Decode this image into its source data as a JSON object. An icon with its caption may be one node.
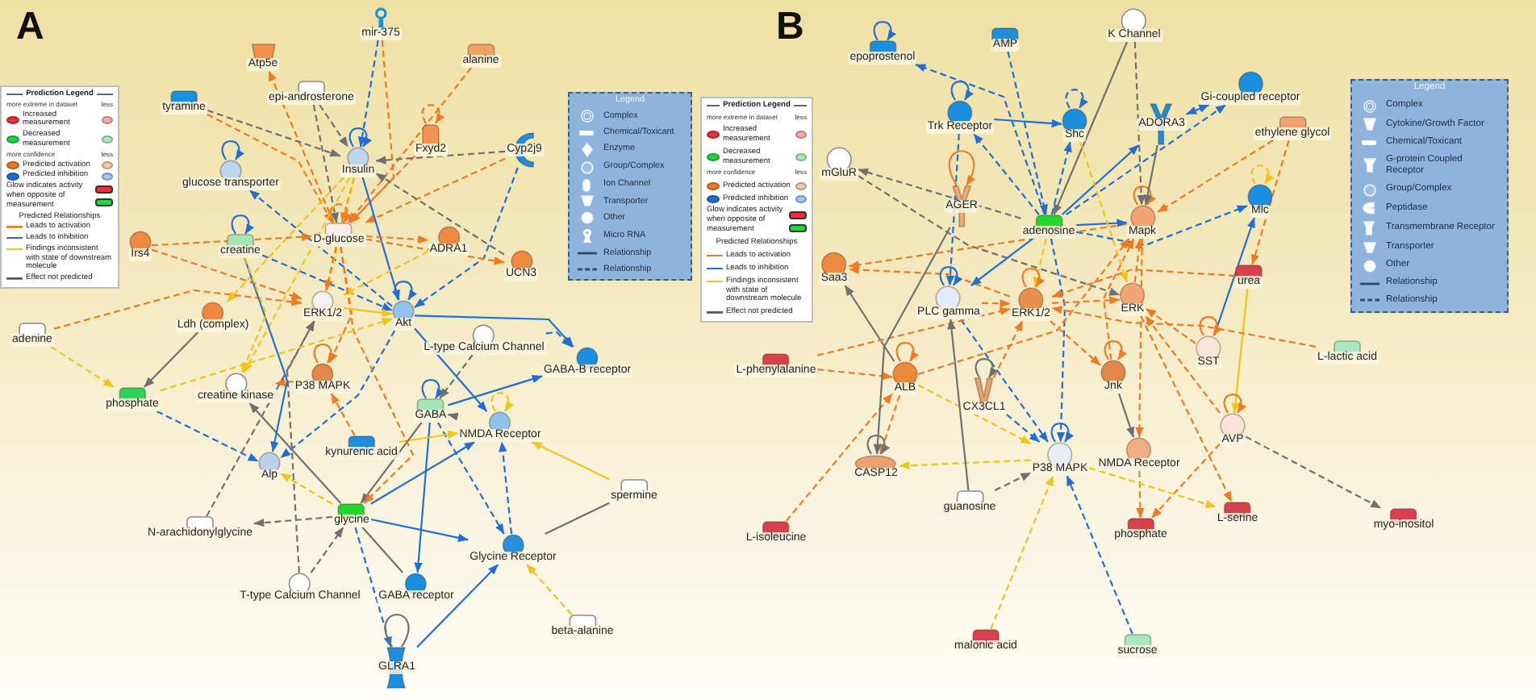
{
  "diagram": {
    "nodes": [
      {
        "text": [
          "mir-375"
        ]
      },
      {
        "text": [
          "Atp5e"
        ]
      },
      {
        "text": [
          "alanine"
        ]
      },
      {
        "text": [
          "epi-androsterone"
        ]
      },
      {
        "text": [
          "tyramine"
        ]
      },
      {
        "text": [
          "Fxyd2"
        ]
      },
      {
        "text": [
          "Cyp2j9"
        ]
      },
      {
        "text": [
          "Insulin"
        ]
      },
      {
        "text": [
          "glucose transporter"
        ]
      },
      {
        "text": [
          "D-glucose"
        ]
      },
      {
        "text": [
          "creatine"
        ]
      },
      {
        "text": [
          "Irs4"
        ]
      },
      {
        "text": [
          "ADRA1"
        ]
      },
      {
        "text": [
          "UCN3"
        ]
      },
      {
        "text": [
          "ERK1/2"
        ]
      },
      {
        "text": [
          "Akt"
        ]
      },
      {
        "text": [
          "Ldh (complex)"
        ]
      },
      {
        "text": [
          "L-type Calcium Channel"
        ]
      },
      {
        "text": [
          "GABA-B receptor"
        ]
      },
      {
        "text": [
          "adenine"
        ]
      },
      {
        "text": [
          "phosphate"
        ]
      },
      {
        "text": [
          "creatine kinase"
        ]
      },
      {
        "text": [
          "P38 MAPK"
        ]
      },
      {
        "text": [
          "GABA"
        ]
      },
      {
        "text": [
          "NMDA Receptor"
        ]
      },
      {
        "text": [
          "kynurenic acid"
        ]
      },
      {
        "text": [
          "Alp"
        ]
      },
      {
        "text": [
          "spermine"
        ]
      },
      {
        "text": [
          "N-arachidonylglycine"
        ]
      },
      {
        "text": [
          "glycine"
        ]
      },
      {
        "text": [
          "Glycine Receptor"
        ]
      },
      {
        "text": [
          "T-type Calcium Channel"
        ]
      },
      {
        "text": [
          "GABA receptor"
        ]
      },
      {
        "text": [
          "beta-alanine"
        ]
      },
      {
        "text": [
          "GLRA1"
        ]
      },
      {
        "text": [
          "K Channel"
        ]
      },
      {
        "text": [
          "AMP"
        ]
      },
      {
        "text": [
          "epoprostenol"
        ]
      },
      {
        "text": [
          "Gi-coupled receptor"
        ]
      },
      {
        "text": [
          "Trk Receptor"
        ]
      },
      {
        "text": [
          "Shc"
        ]
      },
      {
        "text": [
          "ADORA3"
        ]
      },
      {
        "text": [
          "ethylene glycol"
        ]
      },
      {
        "text": [
          "mGluR"
        ]
      },
      {
        "text": [
          "Mlc"
        ]
      },
      {
        "text": [
          "AGER"
        ]
      },
      {
        "text": [
          "Mapk"
        ]
      },
      {
        "text": [
          "adenosine"
        ]
      },
      {
        "text": [
          "Saa3"
        ]
      },
      {
        "text": [
          "urea"
        ]
      },
      {
        "text": [
          "ERK"
        ]
      },
      {
        "text": [
          "PLC gamma"
        ]
      },
      {
        "text": [
          "ERK1/2"
        ]
      },
      {
        "text": [
          "SST"
        ]
      },
      {
        "text": [
          "L-lactic acid"
        ]
      },
      {
        "text": [
          "L-phenylalanine"
        ]
      },
      {
        "text": [
          "Jnk"
        ]
      },
      {
        "text": [
          "ALB"
        ]
      },
      {
        "text": [
          "CX3CL1"
        ]
      },
      {
        "text": [
          "AVP"
        ]
      },
      {
        "text": [
          "NMDA Receptor"
        ]
      },
      {
        "text": [
          "P38 MAPK"
        ]
      },
      {
        "text": [
          "CASP12"
        ]
      },
      {
        "text": [
          "guanosine"
        ]
      },
      {
        "text": [
          "L-serine"
        ]
      },
      {
        "text": [
          "myo-inositol"
        ]
      },
      {
        "text": [
          "phosphate"
        ]
      },
      {
        "text": [
          "L-isoleucine"
        ]
      },
      {
        "text": [
          "malonic acid"
        ]
      },
      {
        "text": [
          "sucrose"
        ]
      }
    ],
    "edges": [
      {
        "from": 0,
        "to": 9,
        "arrow": "to",
        "style": "dashed"
      },
      {
        "from": 0,
        "to": 7,
        "arrow": "to",
        "style": "dashed",
        "color": "#1f6fd6"
      },
      {
        "from": 9,
        "to": 1,
        "arrow": "to",
        "style": "dashed"
      },
      {
        "from": 2,
        "to": 9,
        "arrow": "to",
        "style": "dashed"
      },
      {
        "from": 3,
        "to": 7,
        "arrow": "to",
        "style": "dashed",
        "color": "#707070"
      },
      {
        "from": 3,
        "to": 9,
        "arrow": "to",
        "style": "dashed",
        "color": "#707070"
      },
      {
        "from": 4,
        "to": 7,
        "arrow": "to",
        "style": "dashed",
        "color": "#707070"
      },
      {
        "from": 4,
        "to": 9,
        "arrow": "to",
        "style": "dashed"
      },
      {
        "from": 5,
        "to": 5,
        "arrow": "to",
        "style": "dashed"
      },
      {
        "from": 5,
        "to": 9,
        "arrow": "to",
        "style": "dashed"
      },
      {
        "from": 7,
        "to": 7,
        "arrow": "to",
        "color": "#1f6fd6"
      },
      {
        "from": 6,
        "to": 7,
        "arrow": "to",
        "style": "dashed",
        "color": "#707070"
      },
      {
        "from": 6,
        "to": 15,
        "arrow": "to",
        "style": "dashed",
        "color": "#1f6fd6"
      },
      {
        "from": 6,
        "to": 9,
        "arrow": "to",
        "style": "dashed"
      },
      {
        "from": 8,
        "to": 8,
        "arrow": "to",
        "color": "#1f6fd6"
      },
      {
        "from": 15,
        "to": 8,
        "arrow": "to",
        "style": "dashed",
        "color": "#1f6fd6"
      },
      {
        "from": 7,
        "to": 9,
        "arrow": "to",
        "style": "dashed"
      },
      {
        "from": 7,
        "to": 15,
        "arrow": "to",
        "color": "#1f6fd6"
      },
      {
        "from": 7,
        "to": 14,
        "arrow": "to",
        "style": "dashed",
        "color": "#f0c419"
      },
      {
        "from": 7,
        "to": 21,
        "arrow": "to",
        "style": "dashed",
        "color": "#f0c419"
      },
      {
        "from": 7,
        "to": 16,
        "arrow": "to",
        "style": "dashed",
        "color": "#f0c419"
      },
      {
        "from": 10,
        "to": 10,
        "arrow": "to",
        "color": "#1f6fd6"
      },
      {
        "from": 10,
        "to": 15,
        "arrow": "to",
        "style": "dashed",
        "color": "#1f6fd6"
      },
      {
        "from": 11,
        "to": 9,
        "arrow": "to",
        "style": "dashed"
      },
      {
        "from": 11,
        "to": 14,
        "arrow": "to",
        "style": "dashed"
      },
      {
        "from": 9,
        "to": 12,
        "arrow": "to",
        "style": "dashed"
      },
      {
        "from": 9,
        "to": 13,
        "arrow": "to",
        "style": "dashed"
      },
      {
        "from": 13,
        "to": 7,
        "arrow": "to",
        "style": "dashed",
        "color": "#707070"
      },
      {
        "from": 9,
        "to": 14,
        "arrow": "to",
        "style": "dashed"
      },
      {
        "from": 9,
        "to": 22,
        "arrow": "to",
        "style": "dashed"
      },
      {
        "from": 9,
        "to": 9,
        "arrow": "to",
        "style": "dashed"
      },
      {
        "from": 12,
        "to": 14,
        "arrow": "to",
        "style": "dashed",
        "color": "#f0c419"
      },
      {
        "from": 15,
        "to": 15,
        "arrow": "to",
        "color": "#1f6fd6"
      },
      {
        "from": 15,
        "to": 18,
        "arrow": "to",
        "color": "#1f6fd6"
      },
      {
        "from": 17,
        "to": 18,
        "arrow": "to",
        "style": "dashed",
        "color": "#1f6fd6"
      },
      {
        "from": 19,
        "to": 20,
        "arrow": "to",
        "style": "dashed",
        "color": "#f0c419"
      },
      {
        "from": 19,
        "to": 14,
        "arrow": "to",
        "style": "dashed"
      },
      {
        "from": 20,
        "to": 26,
        "arrow": "to",
        "style": "dashed",
        "color": "#1f6fd6"
      },
      {
        "from": 16,
        "to": 20,
        "arrow": "to",
        "color": "#707070"
      },
      {
        "from": 29,
        "to": 21,
        "arrow": "to",
        "color": "#707070"
      },
      {
        "from": 22,
        "to": 22,
        "arrow": "to"
      },
      {
        "from": 22,
        "to": 21,
        "arrow": "to",
        "style": "dashed"
      },
      {
        "from": 23,
        "to": 23,
        "arrow": "to",
        "color": "#1f6fd6"
      },
      {
        "from": 23,
        "to": 32,
        "arrow": "to",
        "color": "#1f6fd6"
      },
      {
        "from": 23,
        "to": 30,
        "arrow": "to",
        "style": "dashed",
        "color": "#1f6fd6"
      },
      {
        "from": 23,
        "to": 18,
        "arrow": "to",
        "color": "#1f6fd6"
      },
      {
        "from": 24,
        "to": 23,
        "arrow": "to",
        "color": "#707070"
      },
      {
        "from": 29,
        "to": 24,
        "arrow": "to",
        "color": "#1f6fd6"
      },
      {
        "from": 29,
        "to": 30,
        "arrow": "to",
        "color": "#1f6fd6"
      },
      {
        "from": 29,
        "to": 34,
        "arrow": "to",
        "style": "dashed",
        "color": "#1f6fd6"
      },
      {
        "from": 34,
        "to": 30,
        "arrow": "to",
        "color": "#1f6fd6"
      },
      {
        "from": 34,
        "to": 34,
        "arrow": "none",
        "color": "#707070"
      },
      {
        "from": 29,
        "to": 32,
        "arrow": "none",
        "color": "#707070"
      },
      {
        "from": 31,
        "to": 29,
        "arrow": "to",
        "style": "dashed",
        "color": "#707070"
      },
      {
        "from": 31,
        "to": 14,
        "arrow": "to",
        "style": "dashed",
        "color": "#707070"
      },
      {
        "from": 29,
        "to": 28,
        "arrow": "to",
        "style": "dashed",
        "color": "#707070"
      },
      {
        "from": 28,
        "to": 14,
        "arrow": "to",
        "style": "dashed",
        "color": "#707070"
      },
      {
        "from": 27,
        "to": 24,
        "arrow": "to",
        "color": "#f0c419"
      },
      {
        "from": 27,
        "to": 30,
        "arrow": "none",
        "color": "#707070"
      },
      {
        "from": 33,
        "to": 30,
        "arrow": "to",
        "style": "dashed",
        "color": "#f0c419"
      },
      {
        "from": 30,
        "to": 24,
        "arrow": "to",
        "style": "dashed",
        "color": "#1f6fd6"
      },
      {
        "from": 25,
        "to": 24,
        "arrow": "to",
        "color": "#f0c419"
      },
      {
        "from": 25,
        "to": 22,
        "arrow": "to",
        "style": "dashed"
      },
      {
        "from": 29,
        "to": 26,
        "arrow": "to",
        "style": "dashed",
        "color": "#f0c419"
      },
      {
        "from": 23,
        "to": 29,
        "arrow": "to",
        "color": "#707070"
      },
      {
        "from": 17,
        "to": 23,
        "arrow": "to",
        "style": "dashed",
        "color": "#707070"
      },
      {
        "from": 15,
        "to": 24,
        "arrow": "to",
        "color": "#1f6fd6"
      },
      {
        "from": 24,
        "to": 24,
        "arrow": "to",
        "style": "dashed",
        "color": "#f0c419"
      },
      {
        "from": 15,
        "to": 26,
        "arrow": "to",
        "style": "dashed",
        "color": "#1f6fd6"
      },
      {
        "from": 9,
        "to": 29,
        "arrow": "to",
        "style": "dashed"
      },
      {
        "from": 10,
        "to": 26,
        "arrow": "to",
        "color": "#1f6fd6"
      },
      {
        "from": 14,
        "to": 15,
        "arrow": "to",
        "color": "#f0c419"
      },
      {
        "from": 20,
        "to": 15,
        "arrow": "to",
        "style": "dashed",
        "color": "#f0c419"
      },
      {
        "from": 10,
        "to": 21,
        "arrow": "to",
        "style": "dashed",
        "color": "#f0c419"
      },
      {
        "from": 37,
        "to": 37,
        "arrow": "to",
        "color": "#1f6fd6"
      },
      {
        "from": 47,
        "to": 37,
        "arrow": "to",
        "style": "dashed",
        "color": "#1f6fd6"
      },
      {
        "from": 36,
        "to": 47,
        "arrow": "to",
        "style": "dashed",
        "color": "#1f6fd6"
      },
      {
        "from": 35,
        "to": 47,
        "arrow": "to",
        "color": "#707070"
      },
      {
        "from": 35,
        "to": 46,
        "arrow": "to",
        "style": "dashed",
        "color": "#707070"
      },
      {
        "from": 39,
        "to": 39,
        "arrow": "to",
        "color": "#1f6fd6"
      },
      {
        "from": 39,
        "to": 40,
        "arrow": "to",
        "color": "#1f6fd6"
      },
      {
        "from": 39,
        "to": 51,
        "arrow": "to",
        "style": "dashed",
        "color": "#1f6fd6"
      },
      {
        "from": 47,
        "to": 39,
        "arrow": "to",
        "style": "dashed",
        "color": "#1f6fd6"
      },
      {
        "from": 40,
        "to": 40,
        "arrow": "to",
        "style": "dashed",
        "color": "#1f6fd6"
      },
      {
        "from": 47,
        "to": 40,
        "arrow": "to",
        "style": "dashed",
        "color": "#1f6fd6"
      },
      {
        "from": 41,
        "to": 38,
        "arrow": "both",
        "color": "#1f6fd6"
      },
      {
        "from": 47,
        "to": 38,
        "arrow": "to",
        "style": "dashed",
        "color": "#1f6fd6"
      },
      {
        "from": 47,
        "to": 41,
        "arrow": "to",
        "color": "#1f6fd6"
      },
      {
        "from": 42,
        "to": 46,
        "arrow": "to",
        "style": "dashed"
      },
      {
        "from": 42,
        "to": 49,
        "arrow": "to",
        "style": "dashed"
      },
      {
        "from": 47,
        "to": 43,
        "arrow": "to",
        "style": "dashed",
        "color": "#707070"
      },
      {
        "from": 43,
        "to": 50,
        "arrow": "to",
        "style": "dashed",
        "color": "#707070"
      },
      {
        "from": 45,
        "to": 45,
        "arrow": "to"
      },
      {
        "from": 46,
        "to": 48,
        "arrow": "to",
        "style": "dashed"
      },
      {
        "from": 52,
        "to": 48,
        "arrow": "to",
        "style": "dashed"
      },
      {
        "from": 47,
        "to": 46,
        "arrow": "to",
        "color": "#1f6fd6"
      },
      {
        "from": 47,
        "to": 44,
        "arrow": "to",
        "style": "dashed",
        "color": "#1f6fd6"
      },
      {
        "from": 47,
        "to": 51,
        "arrow": "to",
        "color": "#1f6fd6"
      },
      {
        "from": 47,
        "to": 61,
        "arrow": "to",
        "style": "dashed",
        "color": "#1f6fd6"
      },
      {
        "from": 47,
        "to": 52,
        "arrow": "to",
        "style": "dashed",
        "color": "#f0c419"
      },
      {
        "from": 46,
        "to": 46,
        "arrow": "to"
      },
      {
        "from": 44,
        "to": 44,
        "arrow": "to",
        "style": "dashed",
        "color": "#f0c419"
      },
      {
        "from": 53,
        "to": 44,
        "arrow": "to",
        "color": "#1f6fd6"
      },
      {
        "from": 57,
        "to": 48,
        "arrow": "to",
        "color": "#707070"
      },
      {
        "from": 49,
        "to": 52,
        "arrow": "to",
        "style": "dashed"
      },
      {
        "from": 49,
        "to": 59,
        "arrow": "to",
        "color": "#f0c419"
      },
      {
        "from": 51,
        "to": 51,
        "arrow": "to",
        "color": "#1f6fd6"
      },
      {
        "from": 51,
        "to": 52,
        "arrow": "to",
        "style": "dashed"
      },
      {
        "from": 51,
        "to": 61,
        "arrow": "to",
        "style": "dashed",
        "color": "#1f6fd6"
      },
      {
        "from": 52,
        "to": 52,
        "arrow": "to"
      },
      {
        "from": 53,
        "to": 53,
        "arrow": "to"
      },
      {
        "from": 53,
        "to": 50,
        "arrow": "to",
        "style": "dashed"
      },
      {
        "from": 54,
        "to": 52,
        "arrow": "to",
        "style": "dashed"
      },
      {
        "from": 55,
        "to": 57,
        "arrow": "to",
        "style": "dashed"
      },
      {
        "from": 55,
        "to": 52,
        "arrow": "to",
        "style": "dashed"
      },
      {
        "from": 57,
        "to": 57,
        "arrow": "to"
      },
      {
        "from": 57,
        "to": 62,
        "arrow": "to",
        "style": "dashed"
      },
      {
        "from": 57,
        "to": 61,
        "arrow": "to",
        "style": "dashed",
        "color": "#f0c419"
      },
      {
        "from": 57,
        "to": 46,
        "arrow": "to",
        "style": "dashed"
      },
      {
        "from": 58,
        "to": 58,
        "arrow": "to",
        "color": "#707070"
      },
      {
        "from": 58,
        "to": 61,
        "arrow": "to",
        "style": "dashed",
        "color": "#1f6fd6"
      },
      {
        "from": 58,
        "to": 52,
        "arrow": "to",
        "style": "dashed"
      },
      {
        "from": 56,
        "to": 56,
        "arrow": "to"
      },
      {
        "from": 56,
        "to": 60,
        "arrow": "to",
        "color": "#707070"
      },
      {
        "from": 56,
        "to": 46,
        "arrow": "to",
        "style": "dashed"
      },
      {
        "from": 59,
        "to": 59,
        "arrow": "to"
      },
      {
        "from": 59,
        "to": 50,
        "arrow": "to",
        "style": "dashed"
      },
      {
        "from": 59,
        "to": 65,
        "arrow": "to",
        "style": "dashed",
        "color": "#707070"
      },
      {
        "from": 62,
        "to": 62,
        "arrow": "to",
        "color": "#707070"
      },
      {
        "from": 61,
        "to": 62,
        "arrow": "to",
        "style": "dashed",
        "color": "#f0c419"
      },
      {
        "from": 61,
        "to": 61,
        "arrow": "to",
        "color": "#1f6fd6"
      },
      {
        "from": 63,
        "to": 61,
        "arrow": "to",
        "style": "dashed",
        "color": "#707070"
      },
      {
        "from": 63,
        "to": 51,
        "arrow": "to",
        "color": "#707070"
      },
      {
        "from": 67,
        "to": 57,
        "arrow": "to",
        "style": "dashed"
      },
      {
        "from": 60,
        "to": 66,
        "arrow": "to",
        "style": "dashed"
      },
      {
        "from": 59,
        "to": 66,
        "arrow": "to",
        "style": "dashed"
      },
      {
        "from": 50,
        "to": 64,
        "arrow": "to",
        "style": "dashed"
      },
      {
        "from": 61,
        "to": 64,
        "arrow": "to",
        "style": "dashed",
        "color": "#f0c419"
      },
      {
        "from": 68,
        "to": 61,
        "arrow": "to",
        "style": "dashed",
        "color": "#f0c419"
      },
      {
        "from": 69,
        "to": 61,
        "arrow": "to",
        "style": "dashed",
        "color": "#1f6fd6"
      },
      {
        "from": 46,
        "to": 60,
        "arrow": "to",
        "style": "dashed"
      },
      {
        "from": 52,
        "to": 56,
        "arrow": "to",
        "style": "dashed"
      },
      {
        "from": 41,
        "to": 46,
        "arrow": "to",
        "color": "#707070"
      },
      {
        "from": 40,
        "to": 50,
        "arrow": "to",
        "style": "dashed",
        "color": "#f0c419"
      },
      {
        "from": 45,
        "to": 62,
        "arrow": "to",
        "color": "#707070"
      },
      {
        "from": 52,
        "to": 50,
        "arrow": "to",
        "style": "dashed"
      },
      {
        "from": 50,
        "to": 46,
        "arrow": "to",
        "style": "dashed"
      }
    ],
    "labels": [
      "A",
      "Prediction Legend",
      "more extreme in dataset",
      "less",
      "more confidence",
      "less",
      "Predicted Relationships",
      "Legend",
      "B",
      "Prediction Legend",
      "more extreme in dataset",
      "less",
      "more confidence",
      "less",
      "Predicted Relationships",
      "Legend"
    ],
    "legend": [
      {
        "text": "Increased measurement",
        "color": "#e8303a"
      },
      {
        "text": "Decreased measurement",
        "color": "#22d640"
      },
      {
        "text": "Predicted activation",
        "color": "#f07a22"
      },
      {
        "text": "Predicted inhibition",
        "color": "#1f6fd6"
      },
      {
        "text": "Glow indicates activity when opposite of measurement"
      },
      {
        "text": "Leads to activation"
      },
      {
        "text": "Leads to inhibition"
      },
      {
        "text": "Findings inconsistent with state of downstream molecule"
      },
      {
        "text": "Effect not predicted"
      },
      {
        "text": "Complex"
      },
      {
        "text": "Chemical/Toxicant"
      },
      {
        "text": "Enzyme"
      },
      {
        "text": "Group/Complex"
      },
      {
        "text": "Ion Channel"
      },
      {
        "text": "Transporter"
      },
      {
        "text": "Other"
      },
      {
        "text": "Micro RNA"
      },
      {
        "text": "Relationship"
      },
      {
        "text": "Relationship"
      },
      {
        "text": "Increased measurement",
        "color": "#e8303a"
      },
      {
        "text": "Decreased measurement",
        "color": "#22d640"
      },
      {
        "text": "Predicted activation",
        "color": "#f07a22"
      },
      {
        "text": "Predicted inhibition",
        "color": "#1f6fd6"
      },
      {
        "text": "Glow indicates activity when opposite of measurement"
      },
      {
        "text": "Leads to activation"
      },
      {
        "text": "Leads to inhibition"
      },
      {
        "text": "Findings inconsistent with state of downstream molecule"
      },
      {
        "text": "Effect not predicted"
      },
      {
        "text": "Complex"
      },
      {
        "text": "Cytokine/Growth Factor"
      },
      {
        "text": "Chemical/Toxicant"
      },
      {
        "text": "G-protein Coupled Receptor"
      },
      {
        "text": "Group/Complex"
      },
      {
        "text": "Peptidase"
      },
      {
        "text": "Transmembrane Receptor"
      },
      {
        "text": "Transporter"
      },
      {
        "text": "Other"
      },
      {
        "text": "Relationship"
      },
      {
        "text": "Relationship"
      }
    ]
  }
}
